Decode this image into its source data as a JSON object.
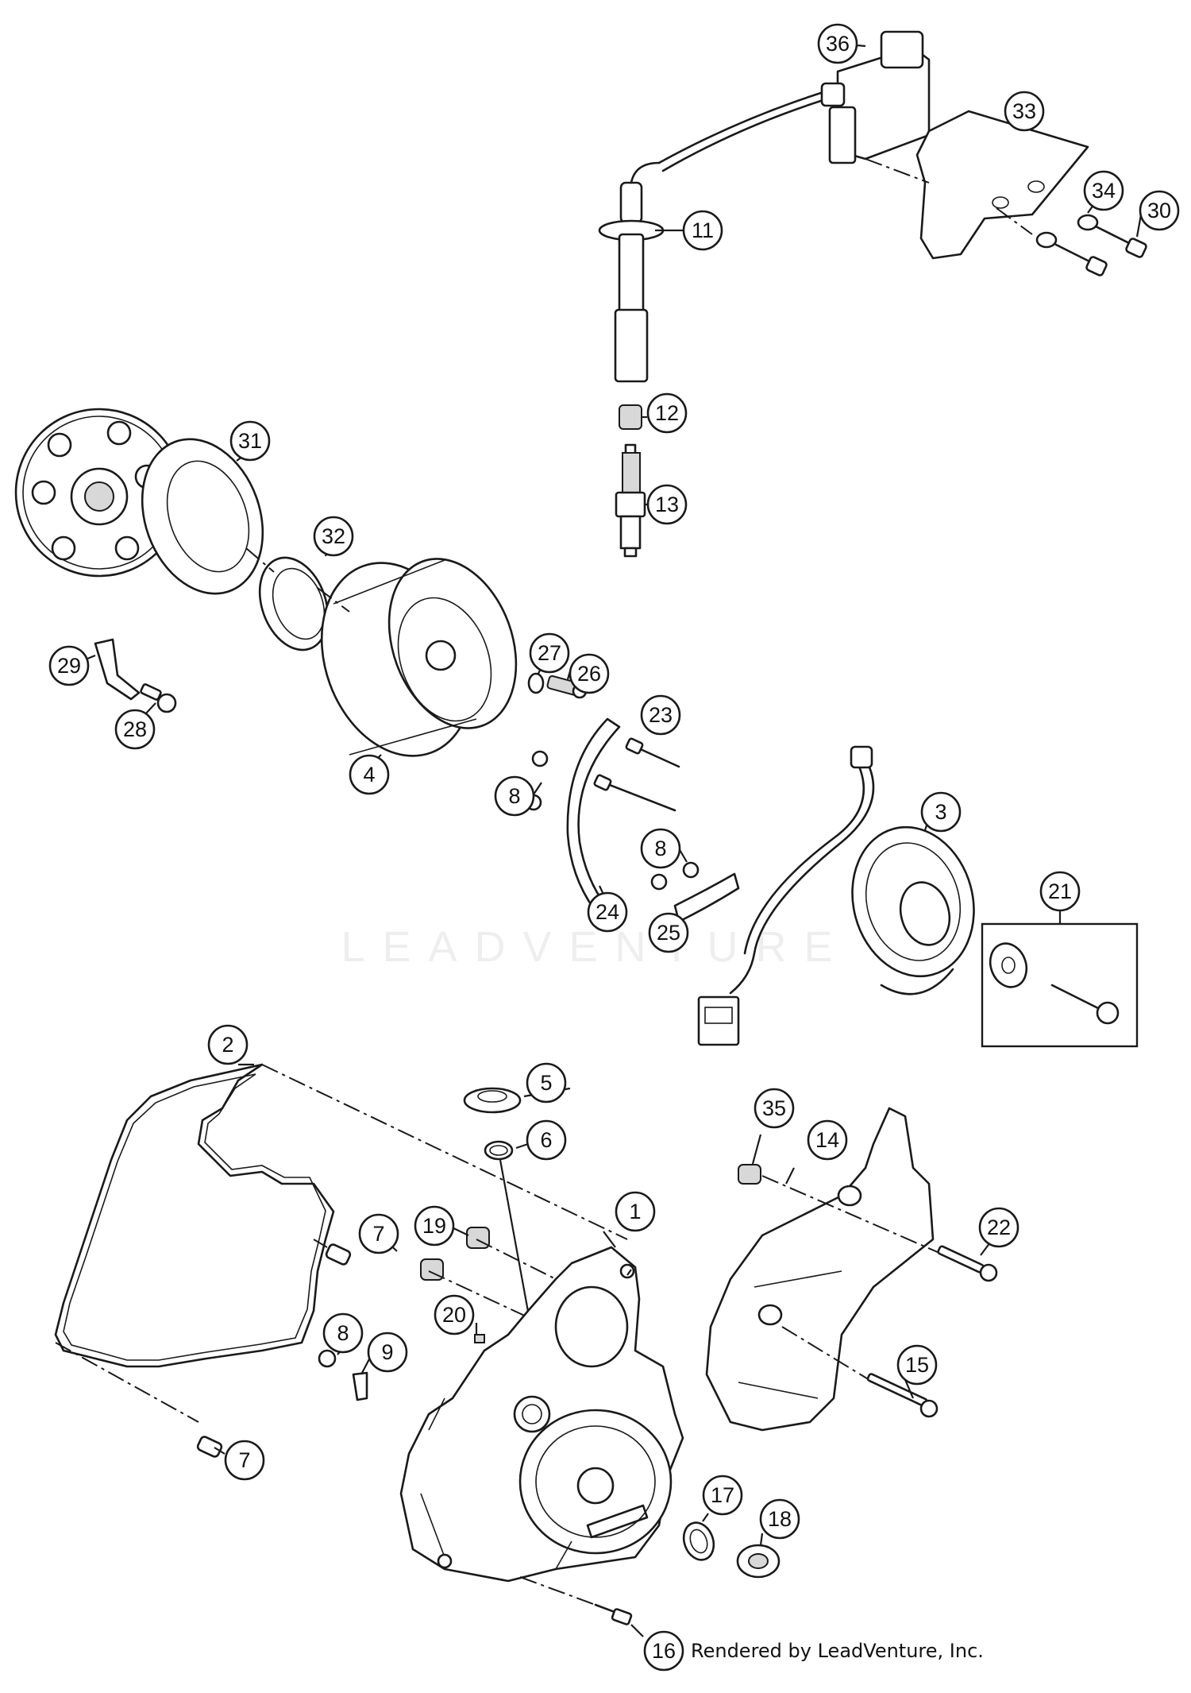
{
  "watermark": "LEADVENTURE",
  "credit": "Rendered by LeadVenture, Inc.",
  "callouts": [
    {
      "label": "36"
    },
    {
      "label": "33"
    },
    {
      "label": "34"
    },
    {
      "label": "30"
    },
    {
      "label": "11"
    },
    {
      "label": "12"
    },
    {
      "label": "13"
    },
    {
      "label": "31"
    },
    {
      "label": "32"
    },
    {
      "label": "29"
    },
    {
      "label": "28"
    },
    {
      "label": "27"
    },
    {
      "label": "26"
    },
    {
      "label": "4"
    },
    {
      "label": "23"
    },
    {
      "label": "8"
    },
    {
      "label": "8"
    },
    {
      "label": "24"
    },
    {
      "label": "25"
    },
    {
      "label": "3"
    },
    {
      "label": "21"
    },
    {
      "label": "2"
    },
    {
      "label": "5"
    },
    {
      "label": "6"
    },
    {
      "label": "35"
    },
    {
      "label": "14"
    },
    {
      "label": "7"
    },
    {
      "label": "19"
    },
    {
      "label": "1"
    },
    {
      "label": "22"
    },
    {
      "label": "20"
    },
    {
      "label": "8"
    },
    {
      "label": "9"
    },
    {
      "label": "15"
    },
    {
      "label": "7"
    },
    {
      "label": "17"
    },
    {
      "label": "18"
    },
    {
      "label": "16"
    }
  ]
}
